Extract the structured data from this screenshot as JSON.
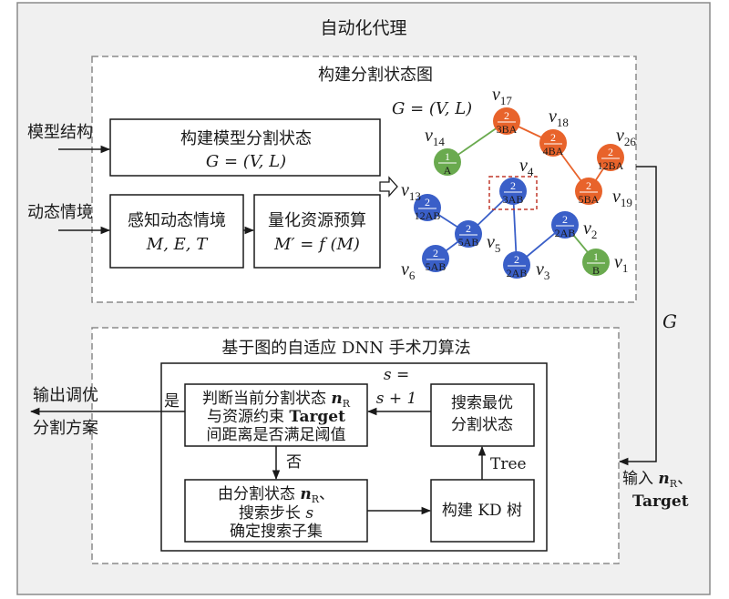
{
  "outer_title": "自动化代理",
  "top_section": {
    "title": "构建分割状态图",
    "input_model": "模型结构",
    "input_dynamic": "动态情境",
    "box_build_line1": "构建模型分割状态",
    "box_build_line2": "G = (V, L)",
    "box_perceive_line1": "感知动态情境",
    "box_perceive_line2": "M, E, T",
    "box_quantify_line1": "量化资源预算",
    "box_quantify_line2": "M′ = f (M)",
    "graph_label": "G = (V, L)"
  },
  "graph": {
    "colors": {
      "orange": "#e8632b",
      "blue": "#3a5fc8",
      "green": "#6aaa4f",
      "edge_orange": "#e8632b",
      "edge_blue": "#3a5fc8",
      "edge_green": "#6aaa4f",
      "highlight": "#c0392b"
    },
    "nodes": [
      {
        "id": "v17",
        "label_top": "2",
        "label_bottom": "3BA",
        "color": "orange",
        "name_base": "v",
        "name_sub": "17"
      },
      {
        "id": "v18",
        "label_top": "2",
        "label_bottom": "4BA",
        "color": "orange",
        "name_base": "v",
        "name_sub": "18"
      },
      {
        "id": "v26",
        "label_top": "2",
        "label_bottom": "12BA",
        "color": "orange",
        "name_base": "v",
        "name_sub": "26"
      },
      {
        "id": "v19",
        "label_top": "2",
        "label_bottom": "5BA",
        "color": "orange",
        "name_base": "v",
        "name_sub": "19"
      },
      {
        "id": "v14",
        "label_top": "1",
        "label_bottom": "A",
        "color": "green",
        "name_base": "v",
        "name_sub": "14"
      },
      {
        "id": "v13",
        "label_top": "2",
        "label_bottom": "12AB",
        "color": "blue",
        "name_base": "v",
        "name_sub": "13"
      },
      {
        "id": "v4",
        "label_top": "2",
        "label_bottom": "3AB",
        "color": "blue",
        "name_base": "v",
        "name_sub": "4"
      },
      {
        "id": "v5",
        "label_top": "2",
        "label_bottom": "5AB",
        "color": "blue",
        "name_base": "v",
        "name_sub": "5"
      },
      {
        "id": "v6",
        "label_top": "2",
        "label_bottom": "5AB",
        "color": "blue",
        "name_base": "v",
        "name_sub": "6"
      },
      {
        "id": "v3",
        "label_top": "2",
        "label_bottom": "2AB",
        "color": "blue",
        "name_base": "v",
        "name_sub": "3"
      },
      {
        "id": "v2",
        "label_top": "2",
        "label_bottom": "2AB",
        "color": "blue",
        "name_base": "v",
        "name_sub": "2"
      },
      {
        "id": "v1",
        "label_top": "1",
        "label_bottom": "B",
        "color": "green",
        "name_base": "v",
        "name_sub": "1"
      }
    ],
    "edges": [
      [
        "v14",
        "v17",
        "green"
      ],
      [
        "v17",
        "v18",
        "orange"
      ],
      [
        "v18",
        "v19",
        "orange"
      ],
      [
        "v19",
        "v26",
        "orange"
      ],
      [
        "v13",
        "v5",
        "blue"
      ],
      [
        "v5",
        "v4",
        "blue"
      ],
      [
        "v5",
        "v6",
        "blue"
      ],
      [
        "v4",
        "v3",
        "blue"
      ],
      [
        "v3",
        "v2",
        "blue"
      ],
      [
        "v2",
        "v1",
        "green"
      ]
    ]
  },
  "g_arrow_label": "G",
  "bottom_section": {
    "title": "基于图的自适应 DNN 手术刀算法",
    "judge_line1": "判断当前分割状态 ",
    "judge_n": "n",
    "judge_sub": "R",
    "judge_line2_a": "与资源约束 ",
    "judge_line2_b": "Target",
    "judge_line3": "间距离是否满足阈值",
    "search_line1": "搜索最优",
    "search_line2": "分割状态",
    "s_line1": "s =",
    "s_line2": "s + 1",
    "confirm_line1_a": "由分割状态 ",
    "confirm_n": "n",
    "confirm_sub": "R",
    "confirm_line1_b": "、",
    "confirm_line2_a": "搜索步长 ",
    "confirm_line2_b": "s",
    "confirm_line3": "确定搜索子集",
    "kd_label": "构建 KD 树",
    "tree_label": "Tree",
    "no_label": "否",
    "yes_label": "是",
    "output_line1": "输出调优",
    "output_line2": "分割方案",
    "input_line1_a": "输入 ",
    "input_n": "n",
    "input_sub": "R",
    "input_line1_b": "、",
    "input_line2": "Target"
  }
}
